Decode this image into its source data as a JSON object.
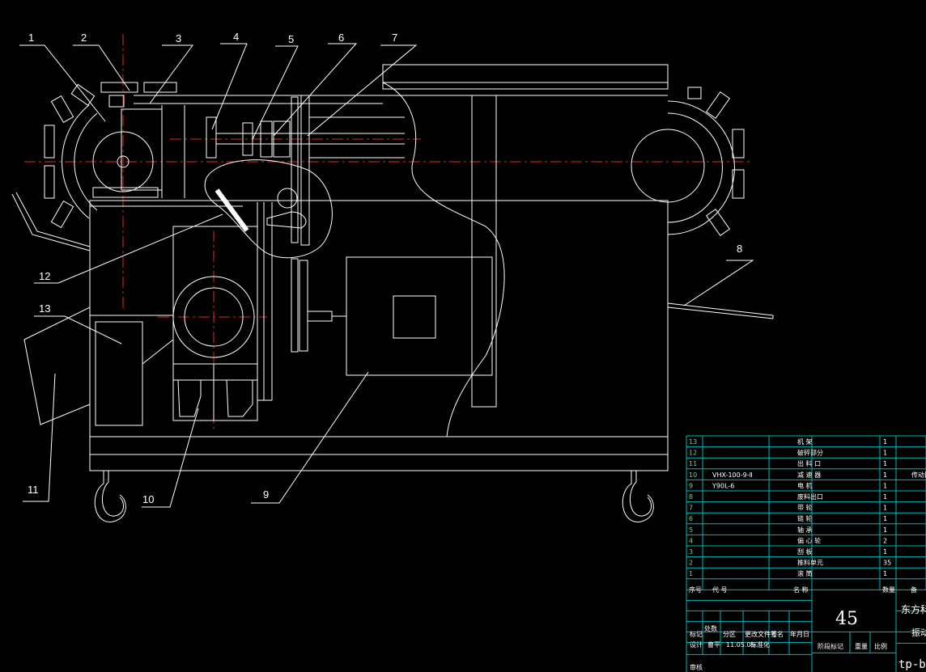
{
  "colors": {
    "background": "#000000",
    "outline": "#ffffff",
    "centerline": "#e0262c",
    "table_grid": "#00b7b7",
    "row_number": "#7fd18a"
  },
  "callouts": [
    "1",
    "2",
    "3",
    "4",
    "5",
    "6",
    "7",
    "8",
    "9",
    "10",
    "11",
    "12",
    "13"
  ],
  "parts_list": {
    "rows": [
      {
        "no": "13",
        "code": "",
        "name": "机 架",
        "qty": "1",
        "note": ""
      },
      {
        "no": "12",
        "code": "",
        "name": "破碎部分",
        "qty": "1",
        "note": ""
      },
      {
        "no": "11",
        "code": "",
        "name": "出 料 口",
        "qty": "1",
        "note": ""
      },
      {
        "no": "10",
        "code": "VHX-100-9-Ⅱ",
        "name": "减 速 器",
        "qty": "1",
        "note": "传动比"
      },
      {
        "no": "9",
        "code": "Y90L-6",
        "name": "电 机",
        "qty": "1",
        "note": ""
      },
      {
        "no": "8",
        "code": "",
        "name": "废料出口",
        "qty": "1",
        "note": ""
      },
      {
        "no": "7",
        "code": "",
        "name": "带 轮",
        "qty": "1",
        "note": ""
      },
      {
        "no": "6",
        "code": "",
        "name": "链 轮",
        "qty": "1",
        "note": ""
      },
      {
        "no": "5",
        "code": "",
        "name": "轴 承",
        "qty": "1",
        "note": ""
      },
      {
        "no": "4",
        "code": "",
        "name": "偏 心 轮",
        "qty": "2",
        "note": ""
      },
      {
        "no": "3",
        "code": "",
        "name": "刮 板",
        "qty": "1",
        "note": ""
      },
      {
        "no": "2",
        "code": "",
        "name": "推料单元",
        "qty": "35",
        "note": ""
      },
      {
        "no": "1",
        "code": "",
        "name": "滚 筒",
        "qty": "1",
        "note": ""
      }
    ],
    "header": {
      "no": "序号",
      "code": "代 号",
      "name": "名 称",
      "qty": "数量",
      "note": "备"
    }
  },
  "title_block": {
    "material": "45",
    "company": "东方科",
    "drawing_name": "振动",
    "drawing_no": "tp-bv",
    "row_labels": [
      "标记",
      "处数",
      "分区",
      "更改文件号",
      "签名",
      "年月日"
    ],
    "design_row": [
      "设计",
      "曹平",
      "11.05.05",
      "标准化"
    ],
    "review_label": "审核",
    "stage_labels": [
      "阶段标记",
      "重量",
      "比例"
    ]
  }
}
